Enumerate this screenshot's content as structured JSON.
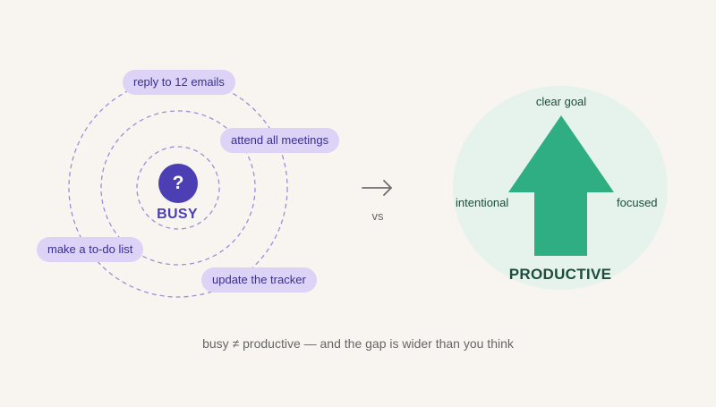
{
  "colors": {
    "background": "#f8f5f0",
    "busy_accent": "#4b3fb3",
    "pill_fill": "#ddd3f6",
    "pill_text": "#3a2f8f",
    "orbit_stroke": "#9a8fd6",
    "productive_bg": "#e6f3ec",
    "arrow_fill": "#2fae84",
    "productive_text": "#1d4d3d",
    "neutral_text": "#666666"
  },
  "busy": {
    "label": "BUSY",
    "center_icon": "question-mark-icon",
    "center_symbol": "?",
    "tasks": [
      "reply to 12 emails",
      "attend all meetings",
      "make a to-do list",
      "update the tracker"
    ]
  },
  "comparison": {
    "vs_label": "vs",
    "arrow_icon": "right-arrow-icon"
  },
  "productive": {
    "label": "PRODUCTIVE",
    "arrow_icon": "up-arrow-icon",
    "traits": {
      "top": "clear goal",
      "left": "intentional",
      "right": "focused"
    }
  },
  "caption": "busy ≠ productive — and the gap is wider than you think"
}
